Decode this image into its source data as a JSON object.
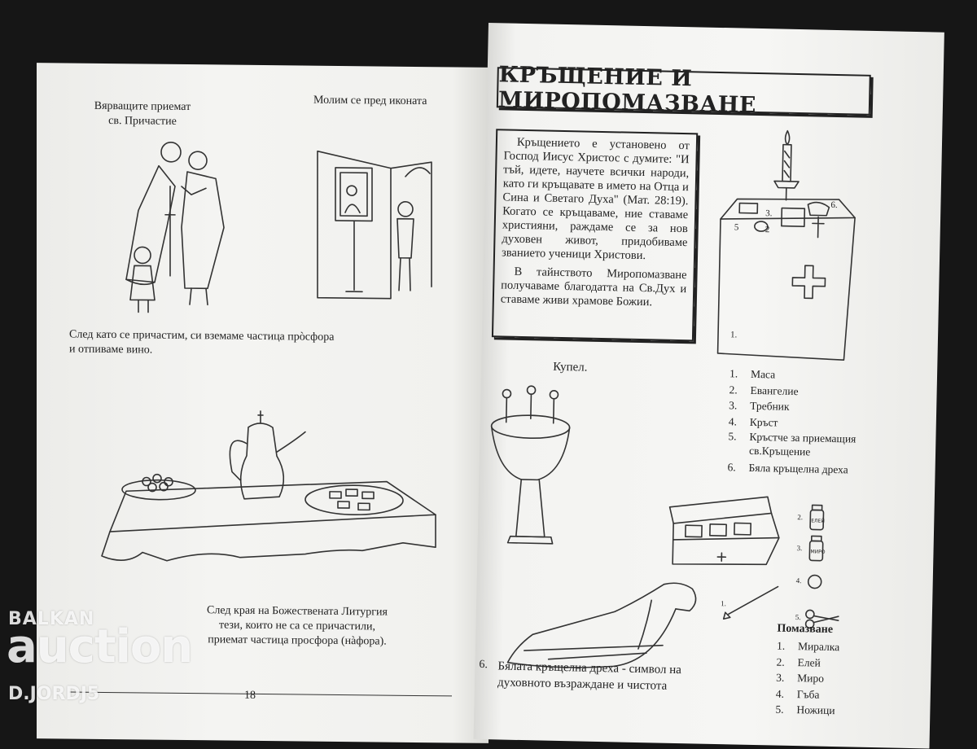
{
  "left_page": {
    "caption_communion": "Вярващите приемат\nсв. Причастие",
    "caption_icon": "Молим се пред иконата",
    "caption_after": "След като се причастим, си вземаме частица прòсфора\nи отпиваме вино.",
    "caption_liturgy": "След края на Божествената Литургия\nтези, които не са се причастили,\nприемат частица просфора (нàфора).",
    "page_number": "18"
  },
  "right_page": {
    "title": "КРЪЩЕНИЕ И МИРОПОМАЗВАНЕ",
    "intro_p1": "Кръщението е установено от Господ Иисус Христос с думите: \"И тъй, идете, научете всички народи, като ги кръщавате в името на Отца и Сина и Светаго Духа\" (Мат. 28:19). Когато се кръщаваме, ние ставаме християни, раждаме се за нов духовен живот, придобиваме званието ученици Христови.",
    "intro_p2": "В тайнството Миропомазване получаваме благодатта на Св.Дух и ставаме живи храмове Божии.",
    "font_caption": "Купел.",
    "table_labels": [
      "1.",
      "2",
      "3.",
      "5",
      "6."
    ],
    "table_items": [
      {
        "n": "1.",
        "label": "Маса"
      },
      {
        "n": "2.",
        "label": "Евангелие"
      },
      {
        "n": "3.",
        "label": "Требник"
      },
      {
        "n": "4.",
        "label": "Кръст"
      },
      {
        "n": "5.",
        "label": "Кръстче за приемащия\nсв.Кръщение"
      },
      {
        "n": "6.",
        "label": "Бяла кръщелна дреха"
      }
    ],
    "box_labels": [
      "2.",
      "3.",
      "4.",
      "1.",
      "5."
    ],
    "anointing_title": "Помазване",
    "anointing_items": [
      {
        "n": "1.",
        "label": "Миралка"
      },
      {
        "n": "2.",
        "label": "Елей"
      },
      {
        "n": "3.",
        "label": "Миро"
      },
      {
        "n": "4.",
        "label": "Гъба"
      },
      {
        "n": "5.",
        "label": "Ножици"
      }
    ],
    "robe_caption_num": "6.",
    "robe_caption": "Бялата кръщелна дреха - символ на\nдуховното възраждане и чистота",
    "bottle_label_1": "ЕЛЕЙ",
    "bottle_label_2": "МИРО"
  },
  "watermark": {
    "line1": "BALKAN",
    "line2": "auction",
    "line3": "D.JORDJ5"
  }
}
